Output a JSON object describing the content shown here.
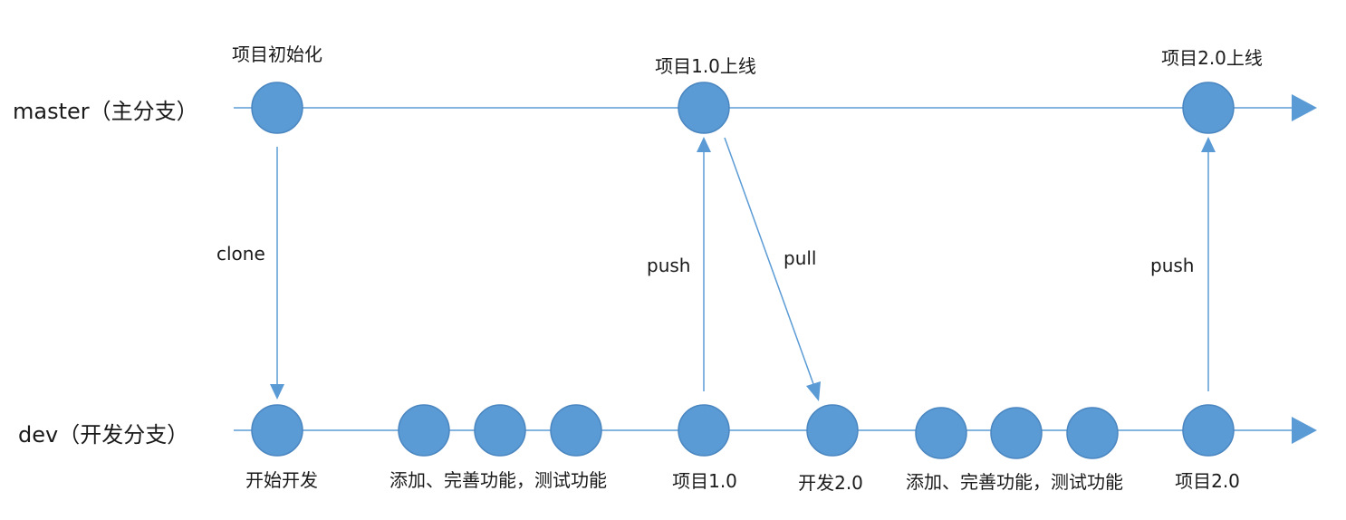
{
  "lanes": {
    "master": "master（主分支）",
    "dev": "dev（开发分支）"
  },
  "master_labels": {
    "init": "项目初始化",
    "v1": "项目1.0上线",
    "v2": "项目2.0上线"
  },
  "dev_labels": {
    "start": "开始开发",
    "work1": "添加、完善功能，测试功能",
    "p1": "项目1.0",
    "dev2": "开发2.0",
    "work2": "添加、完善功能，测试功能",
    "p2": "项目2.0"
  },
  "arrows": {
    "clone": "clone",
    "push1": "push",
    "pull": "pull",
    "push2": "push"
  },
  "colors": {
    "node_fill": "#5b9bd5",
    "node_stroke": "#4a86c0",
    "line": "#5b9bd5"
  }
}
